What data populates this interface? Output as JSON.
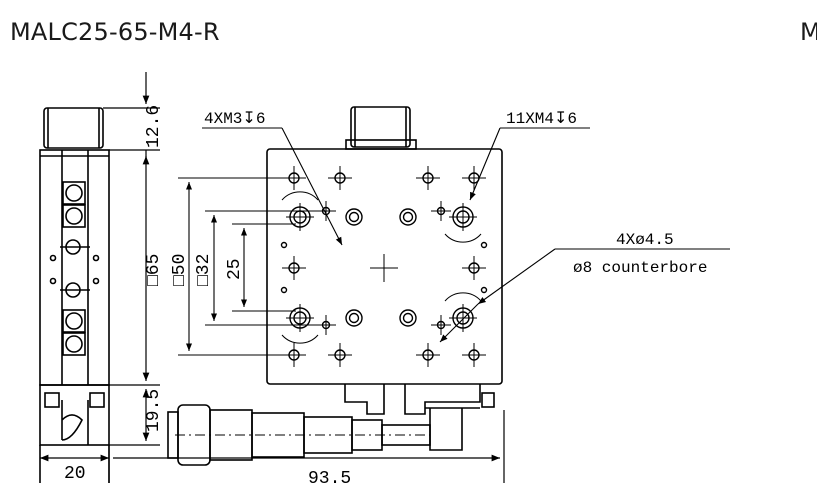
{
  "title": "MALC25-65-M4-R",
  "title_partial": "M",
  "dimensions": {
    "height_top": "12.6",
    "square_65": "□65",
    "height_bottom": "19.5",
    "width_left": "20",
    "length_micrometer": "93.5",
    "square_50": "□50",
    "square_32": "□32",
    "dist_25": "25"
  },
  "callouts": {
    "m3_holes": "4XM3↧6",
    "m4_holes": "11XM4↧6",
    "counterbore_holes": "4Xø4.5",
    "counterbore_desc": "ø8 counterbore"
  }
}
